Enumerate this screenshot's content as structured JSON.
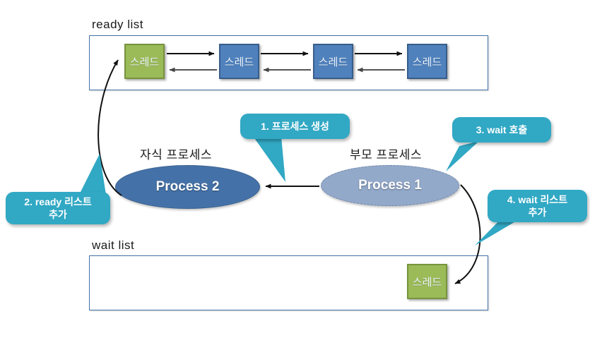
{
  "diagram": {
    "title": "process wait / ready list diagram",
    "colors": {
      "thread_blue": "#4F81BD",
      "thread_blue_border": "#385D8A",
      "thread_green": "#9BBB59",
      "thread_green_border": "#77933C",
      "callout_teal": "#31A8C4",
      "process_child": "#4472A8",
      "process_parent": "#93A9CA",
      "frame_border": "#4472A8",
      "arrow": "#1A1A1A",
      "background": "#FFFFFF"
    }
  },
  "ready_list": {
    "label": "ready list",
    "threads": [
      {
        "label": "스레드",
        "color": "green"
      },
      {
        "label": "스레드",
        "color": "blue"
      },
      {
        "label": "스레드",
        "color": "blue"
      },
      {
        "label": "스레드",
        "color": "blue"
      }
    ]
  },
  "wait_list": {
    "label": "wait list",
    "threads": [
      {
        "label": "스레드",
        "color": "green"
      }
    ]
  },
  "processes": {
    "child": {
      "caption": "자식 프로세스",
      "name": "Process 2"
    },
    "parent": {
      "caption": "부모 프로세스",
      "name": "Process 1"
    }
  },
  "callouts": [
    {
      "id": 1,
      "text": "1. 프로세스 생성"
    },
    {
      "id": 2,
      "text": "2. ready 리스트\n추가"
    },
    {
      "id": 3,
      "text": "3. wait 호출"
    },
    {
      "id": 4,
      "text": "4. wait 리스트\n추가"
    }
  ]
}
